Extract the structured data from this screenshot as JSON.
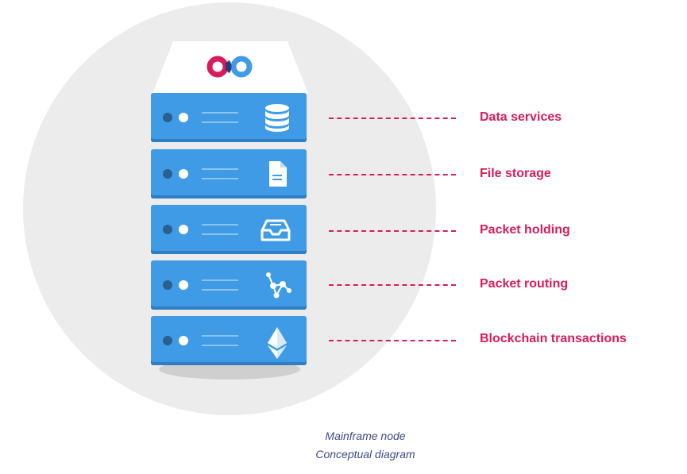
{
  "diagram": {
    "layers": [
      {
        "label": "Data services",
        "icon": "database-icon"
      },
      {
        "label": "File storage",
        "icon": "file-icon"
      },
      {
        "label": "Packet holding",
        "icon": "inbox-tray-icon"
      },
      {
        "label": "Packet routing",
        "icon": "network-nodes-icon"
      },
      {
        "label": "Blockchain transactions",
        "icon": "ethereum-icon"
      }
    ],
    "caption_line1": "Mainframe node",
    "caption_line2": "Conceptual diagram"
  },
  "colors": {
    "accent": "#d81c5b",
    "server_blue": "#3f9be6",
    "caption": "#3b4d84",
    "background_circle": "#ececec"
  }
}
